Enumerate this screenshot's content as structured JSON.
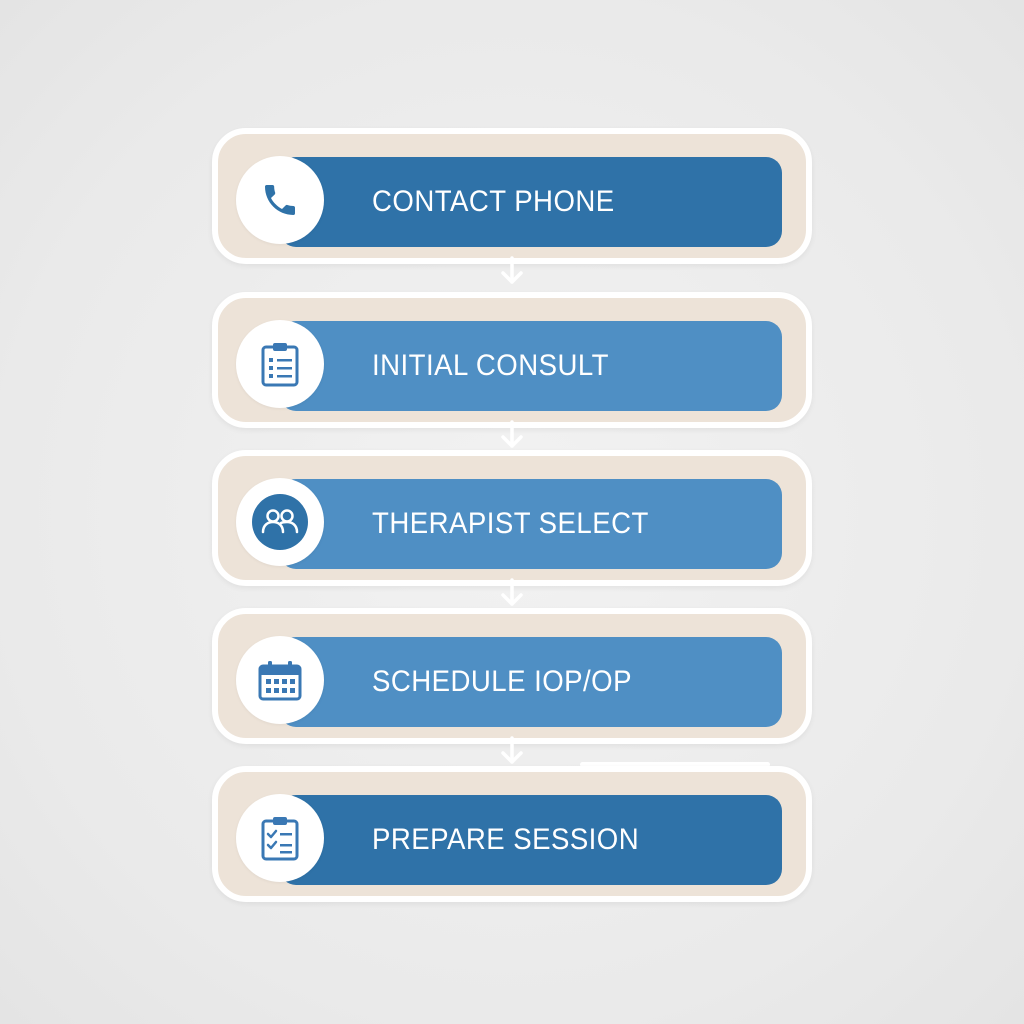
{
  "steps": [
    {
      "label": "CONTACT PHONE",
      "icon": "phone-icon",
      "color": "#2f72a8"
    },
    {
      "label": "INITIAL CONSULT",
      "icon": "clipboard-list-icon",
      "color": "#4f8fc4"
    },
    {
      "label": "THERAPIST SELECT",
      "icon": "users-icon",
      "color": "#4f8fc4"
    },
    {
      "label": "SCHEDULE IOP/OP",
      "icon": "calendar-icon",
      "color": "#4f8fc4"
    },
    {
      "label": "PREPARE SESSION",
      "icon": "clipboard-check-icon",
      "color": "#2f72a8"
    }
  ],
  "colors": {
    "frame": "#ede3d8",
    "dark_bar": "#2f72a8",
    "light_bar": "#4f8fc4",
    "icon": "#3a78b4",
    "background": "#ececec"
  }
}
